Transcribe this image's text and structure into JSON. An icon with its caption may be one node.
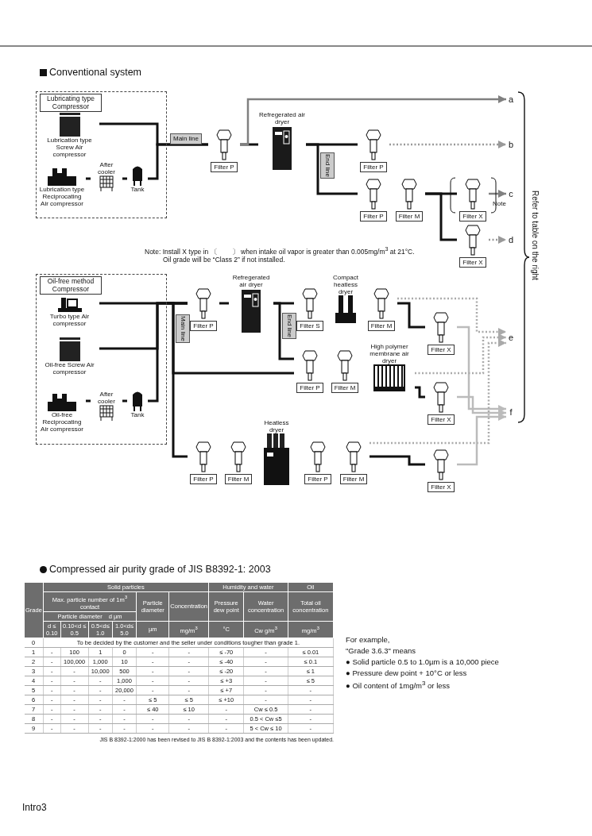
{
  "diagram": {
    "nodes": [
      {
        "text": [
          "Lubricating type Compressor"
        ]
      },
      {
        "text": [
          "Lubrication type Screw Air compressor"
        ],
        "in": 0
      },
      {
        "text": [
          "Lubrication type Reciprocating Air compressor"
        ],
        "in": 0
      },
      {
        "text": [
          "After cooler"
        ],
        "in": 0
      },
      {
        "text": [
          "Tank"
        ],
        "in": 0
      },
      {
        "text": [
          "Filter P"
        ]
      },
      {
        "text": [
          "Refregerated air dryer"
        ]
      },
      {
        "text": [
          "Filter P"
        ]
      },
      {
        "text": [
          "Filter P"
        ]
      },
      {
        "text": [
          "Filter M"
        ]
      },
      {
        "text": [
          "Filter X"
        ]
      },
      {
        "text": [
          "Filter X"
        ]
      },
      {
        "text": [
          "a"
        ]
      },
      {
        "text": [
          "b"
        ]
      },
      {
        "text": [
          "c"
        ]
      },
      {
        "text": [
          "d"
        ]
      },
      {
        "text": [
          "Oil-free method Compressor"
        ]
      },
      {
        "text": [
          "Turbo type Air compressor"
        ],
        "in": 16
      },
      {
        "text": [
          "Oil-free Screw Air compressor"
        ],
        "in": 16
      },
      {
        "text": [
          "Oil-free Reciprocating Air compressor"
        ],
        "in": 16
      },
      {
        "text": [
          "After cooler"
        ],
        "in": 16
      },
      {
        "text": [
          "Tank"
        ],
        "in": 16
      },
      {
        "text": [
          "Filter P"
        ]
      },
      {
        "text": [
          "Refregerated air dryer"
        ]
      },
      {
        "text": [
          "Filter S"
        ]
      },
      {
        "text": [
          "Compact heatless dryer"
        ]
      },
      {
        "text": [
          "Filter M"
        ]
      },
      {
        "text": [
          "Filter X"
        ]
      },
      {
        "text": [
          "Filter P"
        ]
      },
      {
        "text": [
          "Filter M"
        ]
      },
      {
        "text": [
          "High polymer membrane air dryer"
        ]
      },
      {
        "text": [
          "Filter X"
        ]
      },
      {
        "text": [
          "Filter P"
        ]
      },
      {
        "text": [
          "Filter M"
        ]
      },
      {
        "text": [
          "Heatless dryer"
        ]
      },
      {
        "text": [
          "Filter P"
        ]
      },
      {
        "text": [
          "Filter M"
        ]
      },
      {
        "text": [
          "Filter X"
        ]
      },
      {
        "text": [
          "e"
        ]
      },
      {
        "text": [
          "f"
        ]
      }
    ],
    "edges": [
      {
        "from": 1,
        "to": 5,
        "arrow": "none"
      },
      {
        "from": 2,
        "to": 3,
        "arrow": "none"
      },
      {
        "from": 3,
        "to": 4,
        "arrow": "none"
      },
      {
        "from": 4,
        "to": 5,
        "arrow": "none"
      },
      {
        "from": 5,
        "to": 6,
        "arrow": "none"
      },
      {
        "from": 5,
        "to": 12,
        "arrow": "to",
        "color": "#808080"
      },
      {
        "from": 6,
        "to": 7,
        "arrow": "none"
      },
      {
        "from": 6,
        "to": 8,
        "arrow": "none"
      },
      {
        "from": 7,
        "to": 13,
        "arrow": "to",
        "style": "dashed",
        "color": "#999999"
      },
      {
        "from": 9,
        "to": 10,
        "arrow": "none"
      },
      {
        "from": 9,
        "to": 11,
        "arrow": "none"
      },
      {
        "from": 10,
        "to": 14,
        "arrow": "to",
        "color": "#808080"
      },
      {
        "from": 11,
        "to": 15,
        "arrow": "to",
        "style": "dashed",
        "color": "#999999"
      },
      {
        "from": 17,
        "to": 22,
        "arrow": "none"
      },
      {
        "from": 18,
        "to": 22,
        "arrow": "none"
      },
      {
        "from": 19,
        "to": 20,
        "arrow": "none"
      },
      {
        "from": 20,
        "to": 21,
        "arrow": "none"
      },
      {
        "from": 21,
        "to": 22,
        "arrow": "none"
      },
      {
        "from": 16,
        "to": 28,
        "arrow": "none"
      },
      {
        "from": 16,
        "to": 32,
        "arrow": "none"
      },
      {
        "from": 22,
        "to": 23,
        "arrow": "none"
      },
      {
        "from": 23,
        "to": 24,
        "arrow": "none"
      },
      {
        "from": 23,
        "to": 28,
        "arrow": "none"
      },
      {
        "from": 26,
        "to": 27,
        "arrow": "none"
      },
      {
        "from": 26,
        "to": 38,
        "arrow": "to",
        "style": "dashed",
        "color": "#aaaaaa"
      },
      {
        "from": 27,
        "to": 39,
        "arrow": "to",
        "color": "#bbbbbb"
      },
      {
        "from": 30,
        "to": 31,
        "arrow": "none"
      },
      {
        "from": 30,
        "to": 38,
        "arrow": "to",
        "style": "dashed",
        "color": "#aaaaaa"
      },
      {
        "from": 31,
        "to": 39,
        "arrow": "to",
        "color": "#bbbbbb"
      },
      {
        "from": 36,
        "to": 37,
        "arrow": "none"
      },
      {
        "from": 36,
        "to": 38,
        "arrow": "to",
        "style": "dashed",
        "color": "#aaaaaa"
      },
      {
        "from": 37,
        "to": 39,
        "arrow": "to",
        "color": "#bbbbbb"
      }
    ],
    "labels": [
      "Conventional system",
      "Main line",
      "End line",
      "Note",
      "Note: Install X type in 〔　　〕 when intake oil vapor is greater than 0.005mg/m$^{3}$ at 21°C.",
      "Oil grade will be “Class 2” if not installed.",
      "Refer to table on the right",
      "Main line",
      "End line",
      "Compressed air purity grade of JIS B8392-1: 2003",
      "Grade",
      "Solid particles",
      "Humidity and water",
      "Oil",
      "Max. particle number of 1m$^{3}$ contact",
      "Particle diameter",
      "Concentration",
      "Pressure dew point",
      "Water concentration",
      "Total oil concentration",
      "Particle diameter　d µm",
      "d ≤ 0.10",
      "0.10<d ≤ 0.5",
      "0.5<d≤ 1.0",
      "1.0<d≤ 5.0",
      "µm",
      "mg/m$^{3}$",
      "°C",
      "Cw g/m$^{3}$",
      "mg/m$^{3}$",
      "0",
      "To be decided by the customer and the seller under conditions tougher than grade 1.",
      "1",
      "-",
      "100",
      "1",
      "0",
      "-",
      "-",
      "≤ -70",
      "-",
      "≤ 0.01",
      "2",
      "-",
      "100,000",
      "1,000",
      "10",
      "-",
      "-",
      "≤ -40",
      "-",
      "≤ 0.1",
      "3",
      "-",
      "-",
      "10,000",
      "500",
      "-",
      "-",
      "≤ -20",
      "-",
      "≤ 1",
      "4",
      "-",
      "-",
      "-",
      "1,000",
      "-",
      "-",
      "≤ +3",
      "-",
      "≤ 5",
      "5",
      "-",
      "-",
      "-",
      "20,000",
      "-",
      "-",
      "≤ +7",
      "-",
      "-",
      "6",
      "-",
      "-",
      "-",
      "-",
      "≤ 5",
      "≤ 5",
      "≤ +10",
      "-",
      "-",
      "7",
      "-",
      "-",
      "-",
      "-",
      "≤ 40",
      "≤ 10",
      "-",
      "Cw ≤ 0.5",
      "-",
      "8",
      "-",
      "-",
      "-",
      "-",
      "-",
      "-",
      "-",
      "0.5 < Cw ≤5",
      "-",
      "9",
      "-",
      "-",
      "-",
      "-",
      "-",
      "-",
      "-",
      "5 < Cw ≤ 10",
      "-",
      "JIS B 8392-1:2000 has been revised to JIS B 8392-1:2003 and the contents has been updated.",
      "For example,",
      "\"Grade 3.6.3\" means",
      "● Solid particle 0.5 to 1.0µm is a 10,000 piece",
      "● Pressure dew point + 10°C or less",
      "● Oil content of 1mg/m$^{3}$ or less",
      "Intro3"
    ]
  }
}
